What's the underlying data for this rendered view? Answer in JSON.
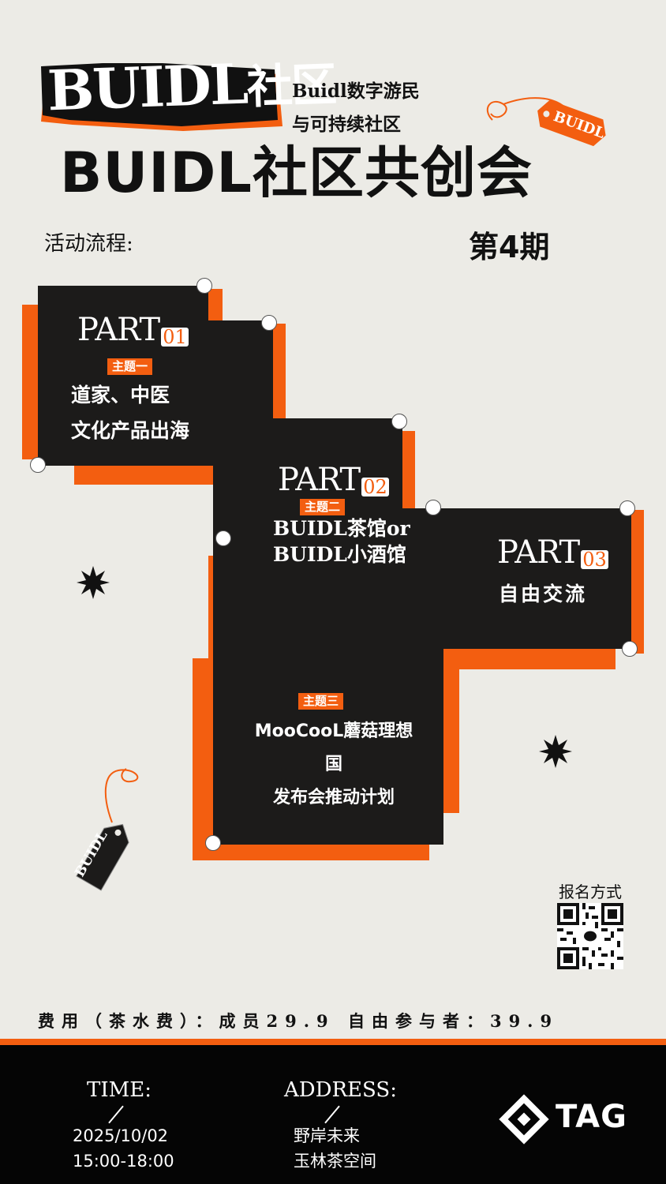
{
  "header": {
    "logo_main": "BUIDL",
    "logo_cn": "社区",
    "subtitle_line1": "Buidl数字游民",
    "subtitle_line2": "与可持续社区",
    "tag_top": "BUIDL",
    "title": "BUIDL社区共创会",
    "process_label": "活动流程:",
    "issue": "第4期"
  },
  "parts": [
    {
      "part_label": "PART",
      "part_num": "01",
      "theme": "主题一",
      "lines": [
        "道家、中医",
        "文化产品出海"
      ]
    },
    {
      "part_label": "PART",
      "part_num": "02",
      "theme": "主题二",
      "lines": [
        "BUIDL茶馆or",
        "BUIDL小酒馆"
      ]
    },
    {
      "part_label": "PART",
      "part_num": "03",
      "lines": [
        "自由交流"
      ]
    },
    {
      "theme": "主题三",
      "lines": [
        "MooCooL蘑菇理想国",
        "发布会推动计划"
      ]
    }
  ],
  "tag_bottom": "BUIDL",
  "qr_label": "报名方式",
  "fee": "费用（茶水费）：成员29.9 自由参与者：39.9",
  "footer": {
    "time_label": "TIME:",
    "date": "2025/10/02",
    "hours": "15:00-18:00",
    "address_label": "ADDRESS:",
    "address_line1": "野岸未来",
    "address_line2": "玉林茶空间",
    "brand": "TAG"
  },
  "colors": {
    "accent": "#f35e10",
    "panel": "#1c1b1a",
    "background": "#ecebe6"
  }
}
